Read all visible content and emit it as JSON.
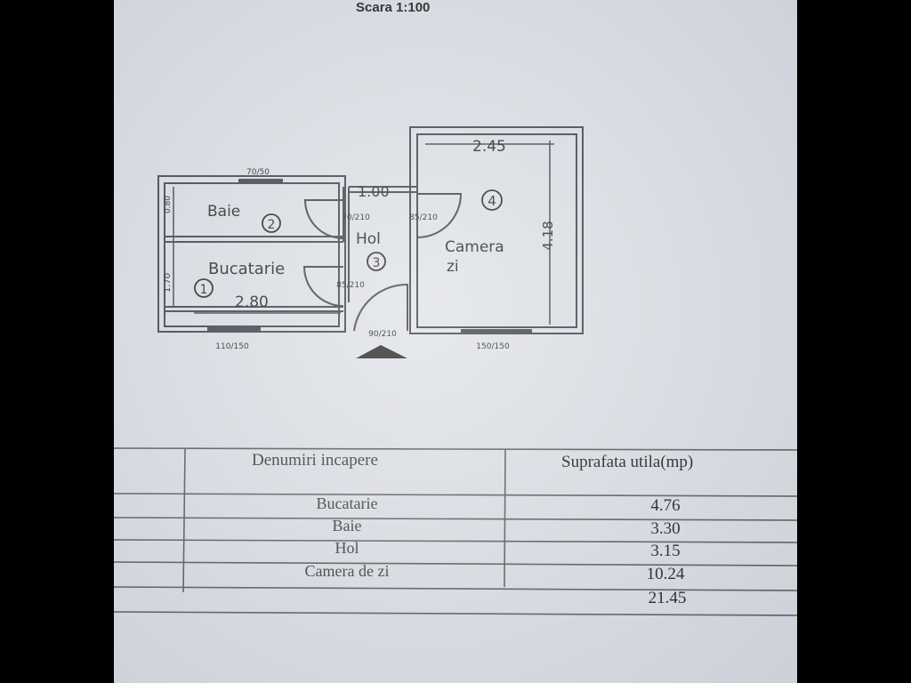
{
  "scale_title": "Scara 1:100",
  "plan": {
    "rooms": [
      {
        "number": "1",
        "label": "Bucatarie",
        "dimension": "2.80",
        "height_dim": "1.70"
      },
      {
        "number": "2",
        "label": "Baie",
        "height_dim": "0.80"
      },
      {
        "number": "3",
        "label": "Hol",
        "dimension": "1.00"
      },
      {
        "number": "4",
        "label_line1": "Camera",
        "label_line2": "zi",
        "width_dim": "2.45",
        "height_dim": "4.18"
      }
    ],
    "openings": {
      "window_baie": "70/50",
      "door_baie": "70/210",
      "door_camera": "85/210",
      "door_bucatarie": "85/210",
      "door_entrance": "90/210",
      "window_bucatarie": "110/150",
      "window_camera": "150/150"
    }
  },
  "table": {
    "headers": [
      "Denumiri incapere",
      "Suprafata utila(mp)"
    ],
    "rows": [
      {
        "name": "Bucatarie",
        "area": "4.76"
      },
      {
        "name": "Baie",
        "area": "3.30"
      },
      {
        "name": "Hol",
        "area": "3.15"
      },
      {
        "name": "Camera de zi",
        "area": "10.24"
      }
    ],
    "total": "21.45"
  }
}
